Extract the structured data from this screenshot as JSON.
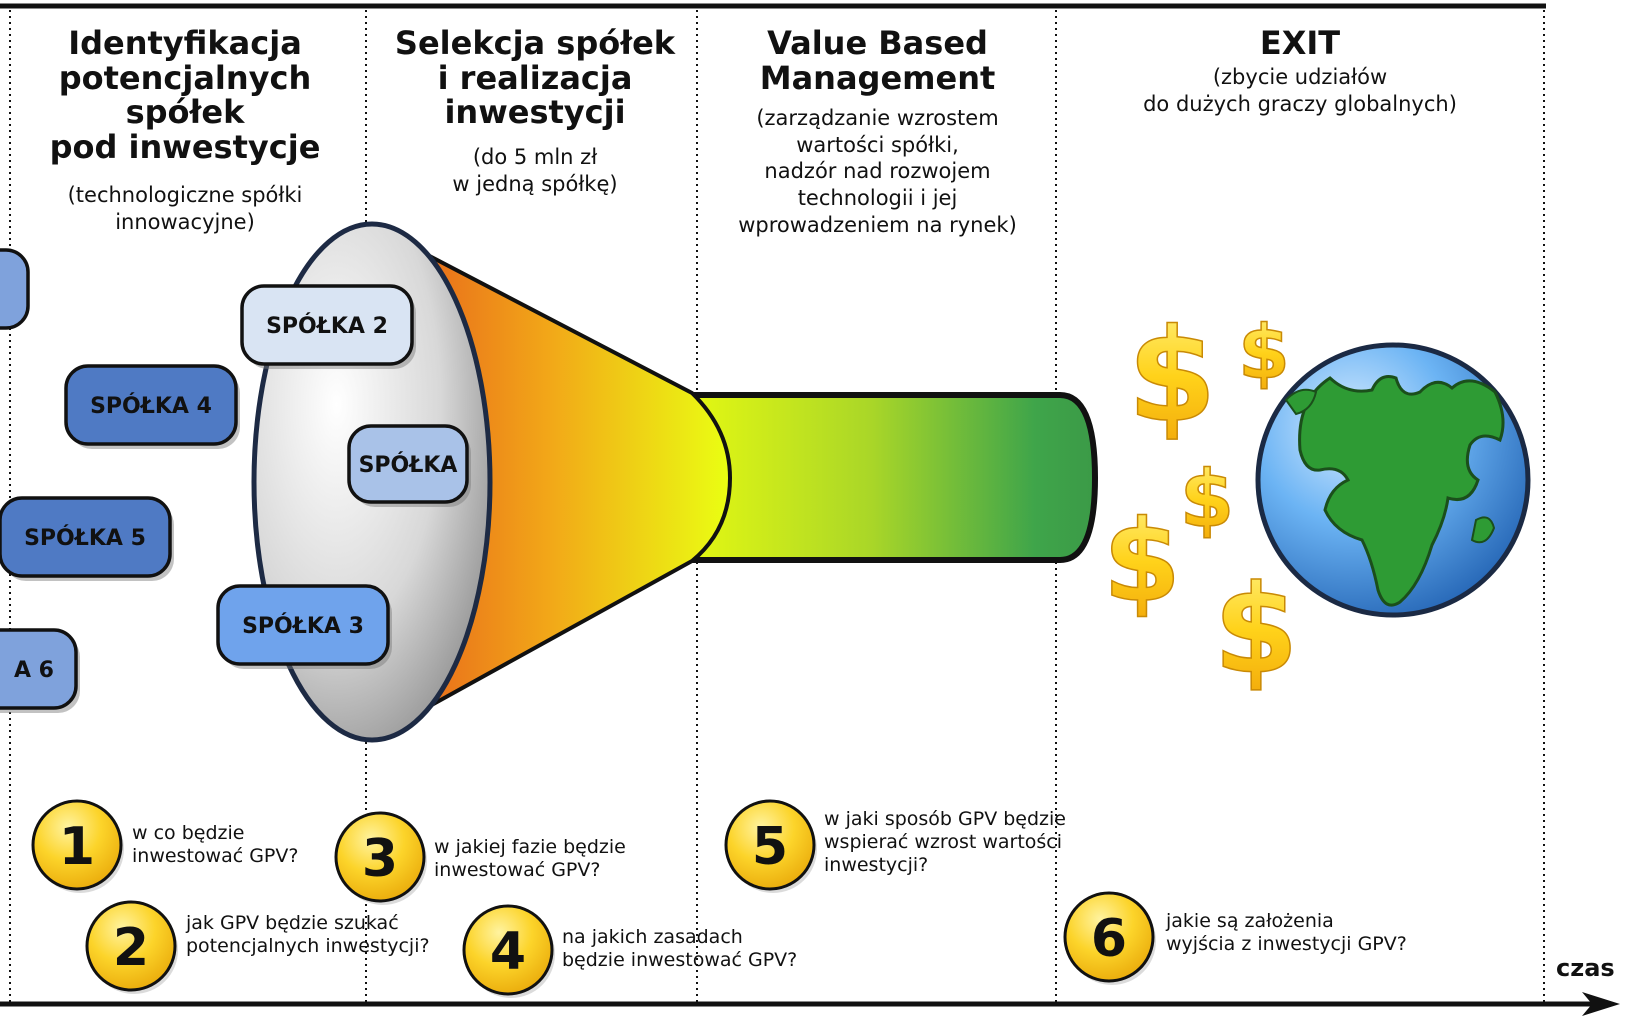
{
  "columns": [
    {
      "title_lines": [
        "Identyfikacja",
        "potencjalnych",
        "spółek",
        "pod inwestycje"
      ],
      "subtitle_lines": [
        "(technologiczne spółki",
        "innowacyjne)"
      ]
    },
    {
      "title_lines": [
        "Selekcja spółek",
        "i realizacja",
        "inwestycji"
      ],
      "subtitle_lines": [
        "(do 5 mln zł",
        "w jedną spółkę)"
      ]
    },
    {
      "title_lines": [
        "Value Based",
        "Management"
      ],
      "subtitle_lines": [
        "(zarządzanie wzrostem",
        "wartości spółki,",
        "nadzór nad rozwojem",
        "technologii i jej",
        "wprowadzeniem na rynek)"
      ]
    },
    {
      "title_lines": [
        "EXIT"
      ],
      "subtitle_lines": [
        "(zbycie udziałów",
        "do dużych graczy globalnych)"
      ]
    }
  ],
  "companies": [
    {
      "label": "SPÓŁKA 2",
      "color": "#d9e4f3"
    },
    {
      "label": "SPÓŁKA 4",
      "color": "#4f7ac4"
    },
    {
      "label": "SPÓŁKA",
      "color": "#a9c2e8"
    },
    {
      "label": "SPÓŁKA 5",
      "color": "#4f7ac4"
    },
    {
      "label": "SPÓŁKA 3",
      "color": "#6fa3ec"
    },
    {
      "label": "A 6",
      "color": "#7fa2dc"
    }
  ],
  "questions": [
    {
      "number": "1",
      "lines": [
        "w co będzie",
        "inwestować GPV?"
      ]
    },
    {
      "number": "2",
      "lines": [
        "jak GPV będzie szukać",
        "potencjalnych inwestycji?"
      ]
    },
    {
      "number": "3",
      "lines": [
        "w jakiej fazie będzie",
        "inwestować GPV?"
      ]
    },
    {
      "number": "4",
      "lines": [
        "na jakich zasadach",
        "będzie inwestować GPV?"
      ]
    },
    {
      "number": "5",
      "lines": [
        "w jaki sposób GPV będzie",
        "wspierać wzrost wartości",
        "inwestycji?"
      ]
    },
    {
      "number": "6",
      "lines": [
        "jakie są założenia",
        "wyjścia z inwestycji GPV?"
      ]
    }
  ],
  "time_axis_label": "czas",
  "icons": {
    "money": "dollar-sign-icon",
    "globe": "globe-icon",
    "funnel": "funnel-icon"
  },
  "colors": {
    "funnel_start": "#e8651c",
    "funnel_end": "#eaff10",
    "pipe_start": "#e1f510",
    "pipe_end": "#3e9e48",
    "badge": "#f8c81c",
    "dollar": "#ffd21a",
    "globe_water": "#3d8fe0",
    "globe_land": "#2f9a2f"
  }
}
